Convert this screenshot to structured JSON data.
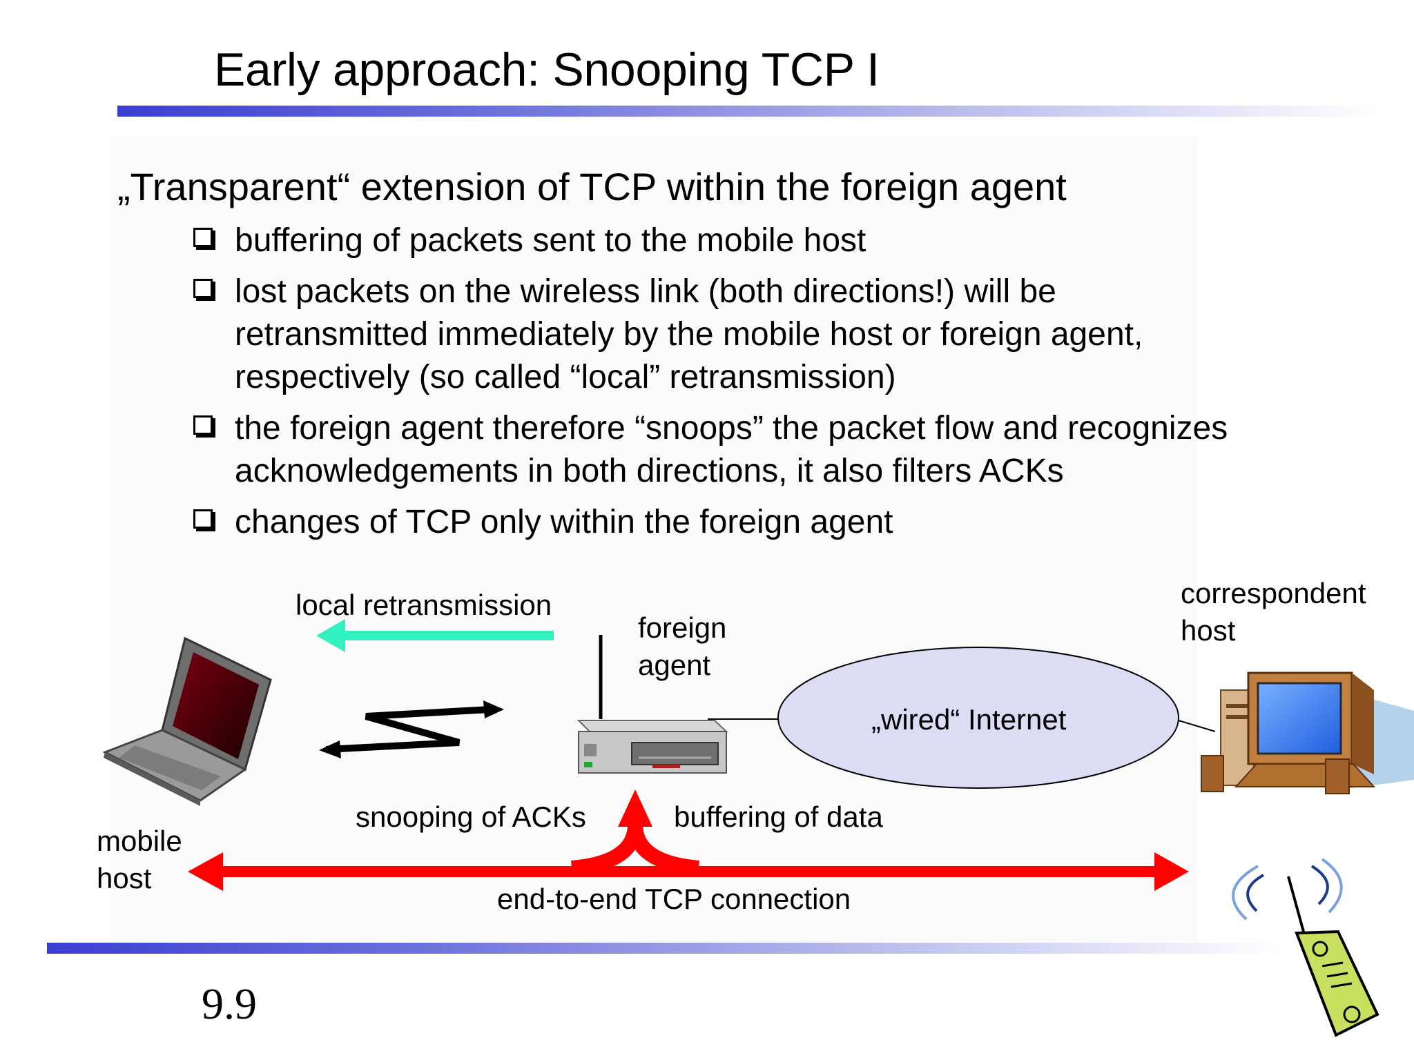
{
  "slide": {
    "title": "Early approach: Snooping TCP I",
    "lead": "„Transparent“ extension of TCP within the foreign agent",
    "bullets": [
      "buffering of packets sent to the mobile host",
      "lost packets on the wireless link (both directions!) will be\nretransmitted immediately by the mobile host or foreign agent,\nrespectively (so called “local” retransmission)",
      "the foreign agent therefore “snoops” the packet flow and recognizes\nacknowledgements in both directions, it also filters ACKs",
      "changes of TCP only within the foreign agent"
    ],
    "page_number": "9.9"
  },
  "diagram": {
    "local_retransmission": "local retransmission",
    "foreign_agent": "foreign\nagent",
    "correspondent_host": "correspondent\nhost",
    "wired_internet": "„wired“ Internet",
    "mobile_host": "mobile\nhost",
    "snooping_acks": "snooping of ACKs",
    "buffering_data": "buffering of data",
    "end_to_end": "end-to-end TCP connection",
    "icons": [
      "laptop-icon",
      "router-icon",
      "desktop-computer-icon",
      "cordless-phone-icon",
      "wireless-link-icon"
    ],
    "colors": {
      "tcp_connection": "#ff0000",
      "local_retransmission": "#33f0c0",
      "internet_cloud": "#dcdcf5",
      "title_rule": "#3b3fd0"
    }
  }
}
